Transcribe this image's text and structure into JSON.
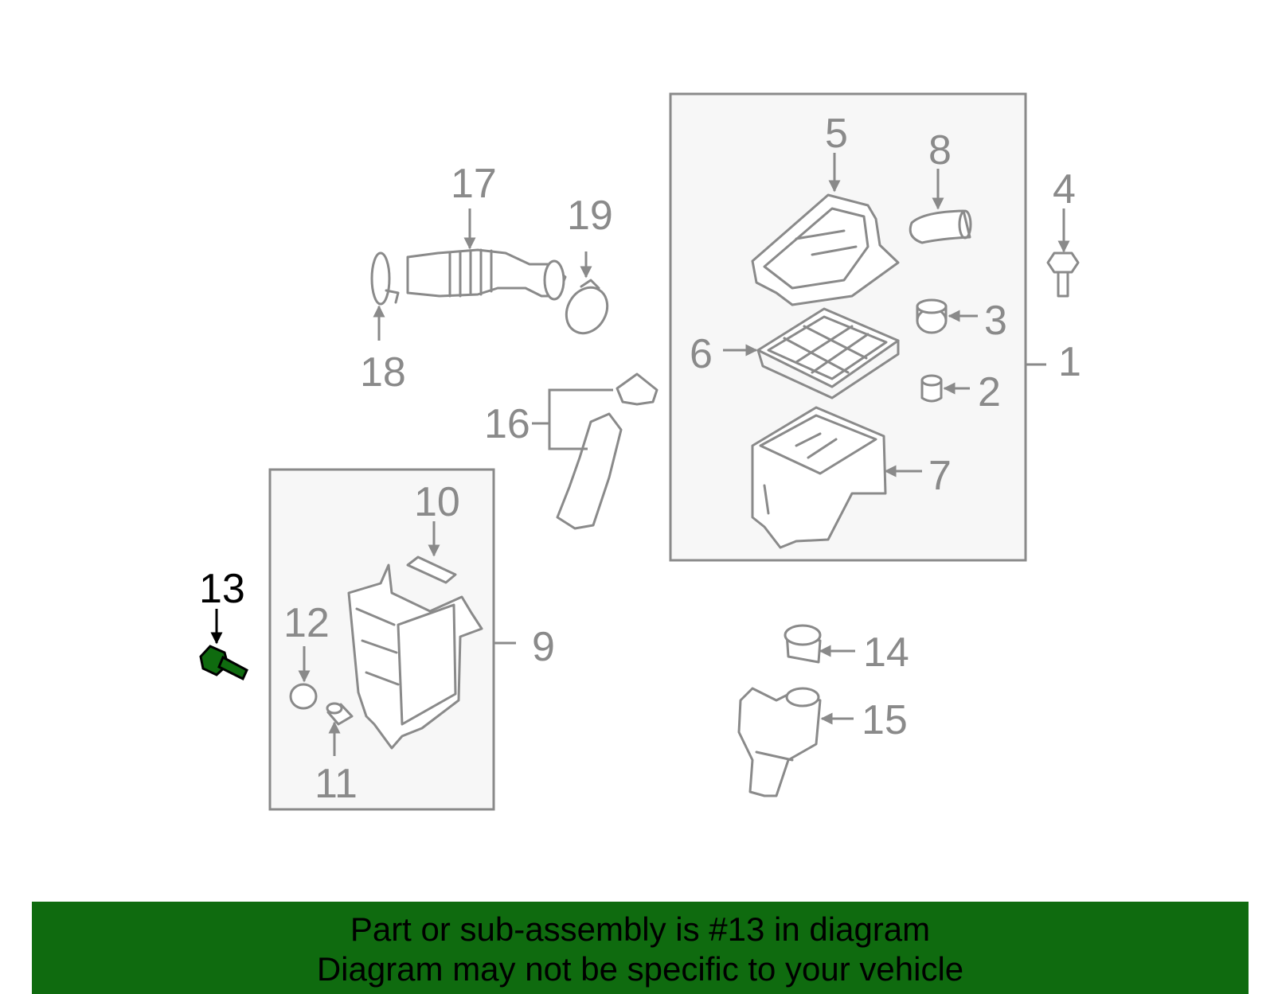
{
  "diagram": {
    "highlight_color": "#0f6b0f",
    "callouts": [
      "1",
      "2",
      "3",
      "4",
      "5",
      "6",
      "7",
      "8",
      "9",
      "10",
      "11",
      "12",
      "13",
      "14",
      "15",
      "16",
      "17",
      "18",
      "19"
    ],
    "highlighted_part": "13"
  },
  "banner": {
    "line1": "Part or sub-assembly is #13 in diagram",
    "line2": "Diagram may not be specific to your vehicle",
    "background": "#0f6b0f"
  }
}
